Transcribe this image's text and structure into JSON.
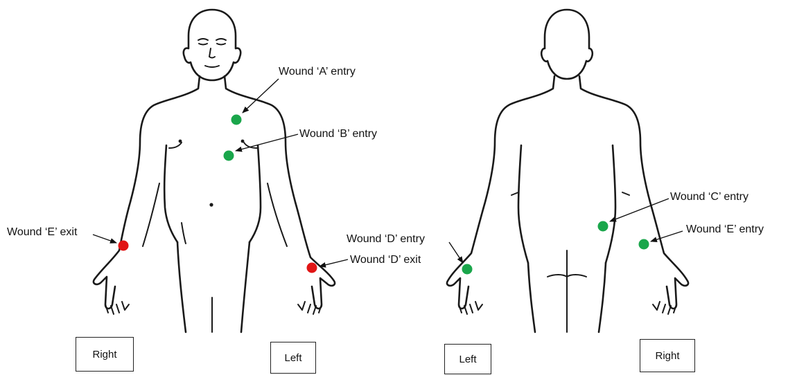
{
  "front_view": {
    "labels": {
      "wound_a_entry": "Wound ‘A’ entry",
      "wound_b_entry": "Wound ‘B’ entry",
      "wound_e_exit": "Wound ‘E’ exit",
      "wound_d_exit": "Wound ‘D’ exit"
    },
    "side_left_of_image": "Right",
    "side_right_of_image": "Left"
  },
  "back_view": {
    "labels": {
      "wound_d_entry": "Wound ‘D’ entry",
      "wound_c_entry": "Wound ‘C’ entry",
      "wound_e_entry": "Wound ‘E’ entry"
    },
    "side_left_of_image": "Left",
    "side_right_of_image": "Right"
  },
  "colors": {
    "entry": "#1aa64b",
    "exit": "#e11515"
  }
}
